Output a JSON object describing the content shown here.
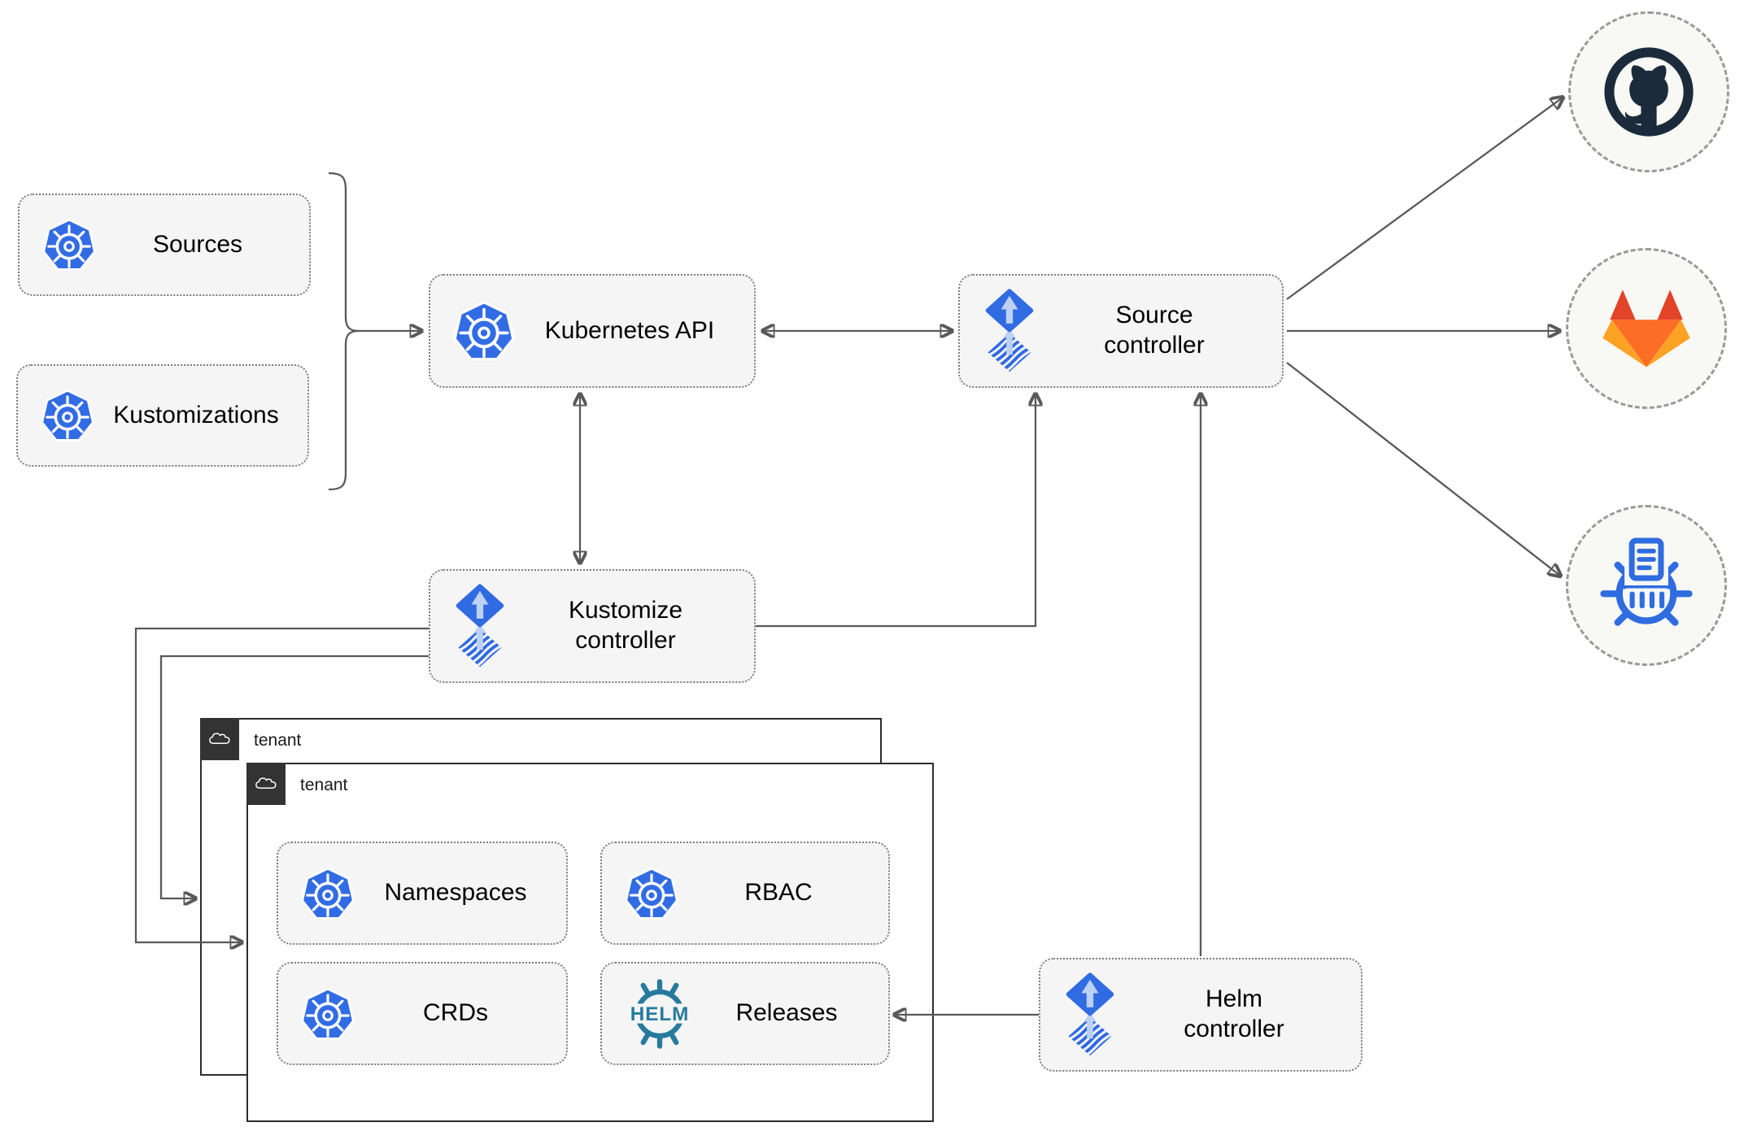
{
  "nodes": {
    "sources": {
      "label": "Sources",
      "icon": "kubernetes"
    },
    "kustomizations": {
      "label": "Kustomizations",
      "icon": "kubernetes"
    },
    "kubernetes_api": {
      "label": "Kubernetes API",
      "icon": "kubernetes"
    },
    "source_controller": {
      "label": "Source\ncontroller",
      "icon": "flux"
    },
    "kustomize_controller": {
      "label": "Kustomize\ncontroller",
      "icon": "flux"
    },
    "helm_controller": {
      "label": "Helm\ncontroller",
      "icon": "flux"
    },
    "namespaces": {
      "label": "Namespaces",
      "icon": "kubernetes"
    },
    "rbac": {
      "label": "RBAC",
      "icon": "kubernetes"
    },
    "crds": {
      "label": "CRDs",
      "icon": "kubernetes"
    },
    "releases": {
      "label": "Releases",
      "icon": "helm"
    }
  },
  "containers": {
    "tenant_back": {
      "label": "tenant",
      "icon": "cloud"
    },
    "tenant_front": {
      "label": "tenant",
      "icon": "cloud"
    }
  },
  "endpoints": {
    "github": {
      "icon": "github-icon"
    },
    "gitlab": {
      "icon": "gitlab-icon"
    },
    "helm_repository": {
      "icon": "chartmuseum-icon"
    }
  },
  "edges": [
    {
      "from": "sources+kustomizations",
      "to": "kubernetes_api",
      "style": "brace-arrow"
    },
    {
      "from": "kubernetes_api",
      "to": "source_controller",
      "style": "bidirectional"
    },
    {
      "from": "kubernetes_api",
      "to": "kustomize_controller",
      "style": "bidirectional"
    },
    {
      "from": "kustomize_controller",
      "to": "source_controller",
      "style": "arrow"
    },
    {
      "from": "helm_controller",
      "to": "source_controller",
      "style": "arrow"
    },
    {
      "from": "source_controller",
      "to": "github",
      "style": "arrow"
    },
    {
      "from": "source_controller",
      "to": "gitlab",
      "style": "arrow"
    },
    {
      "from": "source_controller",
      "to": "helm_repository",
      "style": "arrow"
    },
    {
      "from": "kustomize_controller",
      "to": "tenant_front",
      "style": "arrow"
    },
    {
      "from": "kustomize_controller",
      "to": "tenant_back",
      "style": "arrow"
    },
    {
      "from": "helm_controller",
      "to": "releases",
      "style": "arrow"
    }
  ],
  "colors": {
    "kubernetes_blue": "#326ce5",
    "flux_blue": "#316be2",
    "flux_light": "#bcd1f3",
    "helm_teal": "#277a9e",
    "chartmuseum_blue": "#2f6ce0",
    "github_dark": "#1b2b3c",
    "gitlab_orange_dark": "#e24329",
    "gitlab_orange": "#fc6d26",
    "gitlab_orange_light": "#fca326",
    "edge_gray": "#595959",
    "node_fill": "#f5f5f5",
    "tenant_tab_dark": "#333333"
  }
}
